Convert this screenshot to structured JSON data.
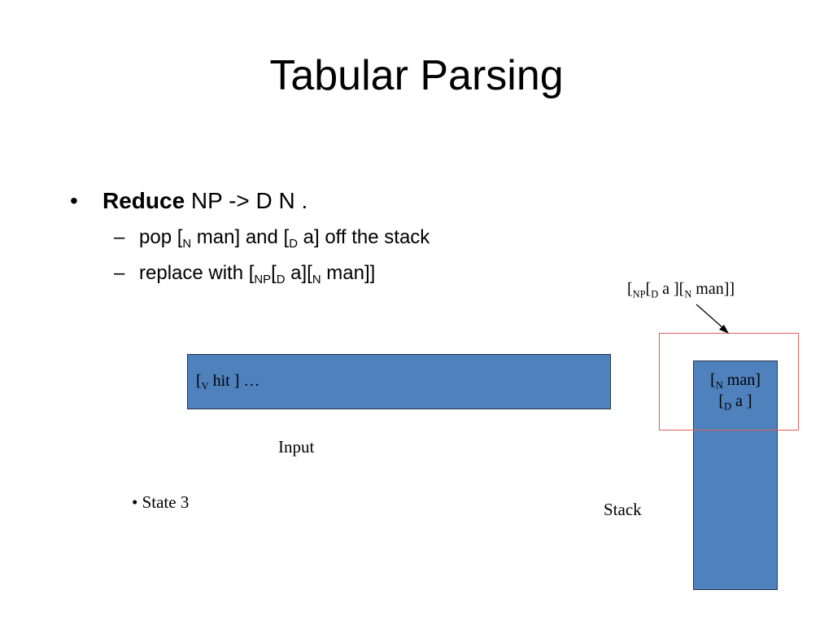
{
  "slide": {
    "title": "Tabular Parsing",
    "bullet": {
      "bold": "Reduce",
      "rest": " NP -> D N ."
    },
    "sub1": {
      "a": "pop [",
      "b": "N",
      "c": " man] and [",
      "d": "D",
      "e": " a] off the stack"
    },
    "sub2": {
      "a": "replace with [",
      "b": "NP",
      "c": "[",
      "d": "D",
      "e": " a][",
      "f": "N",
      "g": " man]]"
    }
  },
  "diagram": {
    "result": {
      "a": "[",
      "b": "NP",
      "c": "[",
      "d": "D",
      "e": " a ][",
      "f": "N",
      "g": " man]]"
    },
    "input_box": {
      "a": "[",
      "b": "V",
      "c": " hit ] …"
    },
    "stack_line1": {
      "a": "[",
      "b": "N",
      "c": " man]"
    },
    "stack_line2": {
      "a": "[",
      "b": "D",
      "c": " a ]"
    },
    "input_label": "Input",
    "stack_label": "Stack",
    "state_label": "• State 3"
  },
  "colors": {
    "box_fill": "#4f81bd",
    "highlight_border": "#e06060"
  }
}
